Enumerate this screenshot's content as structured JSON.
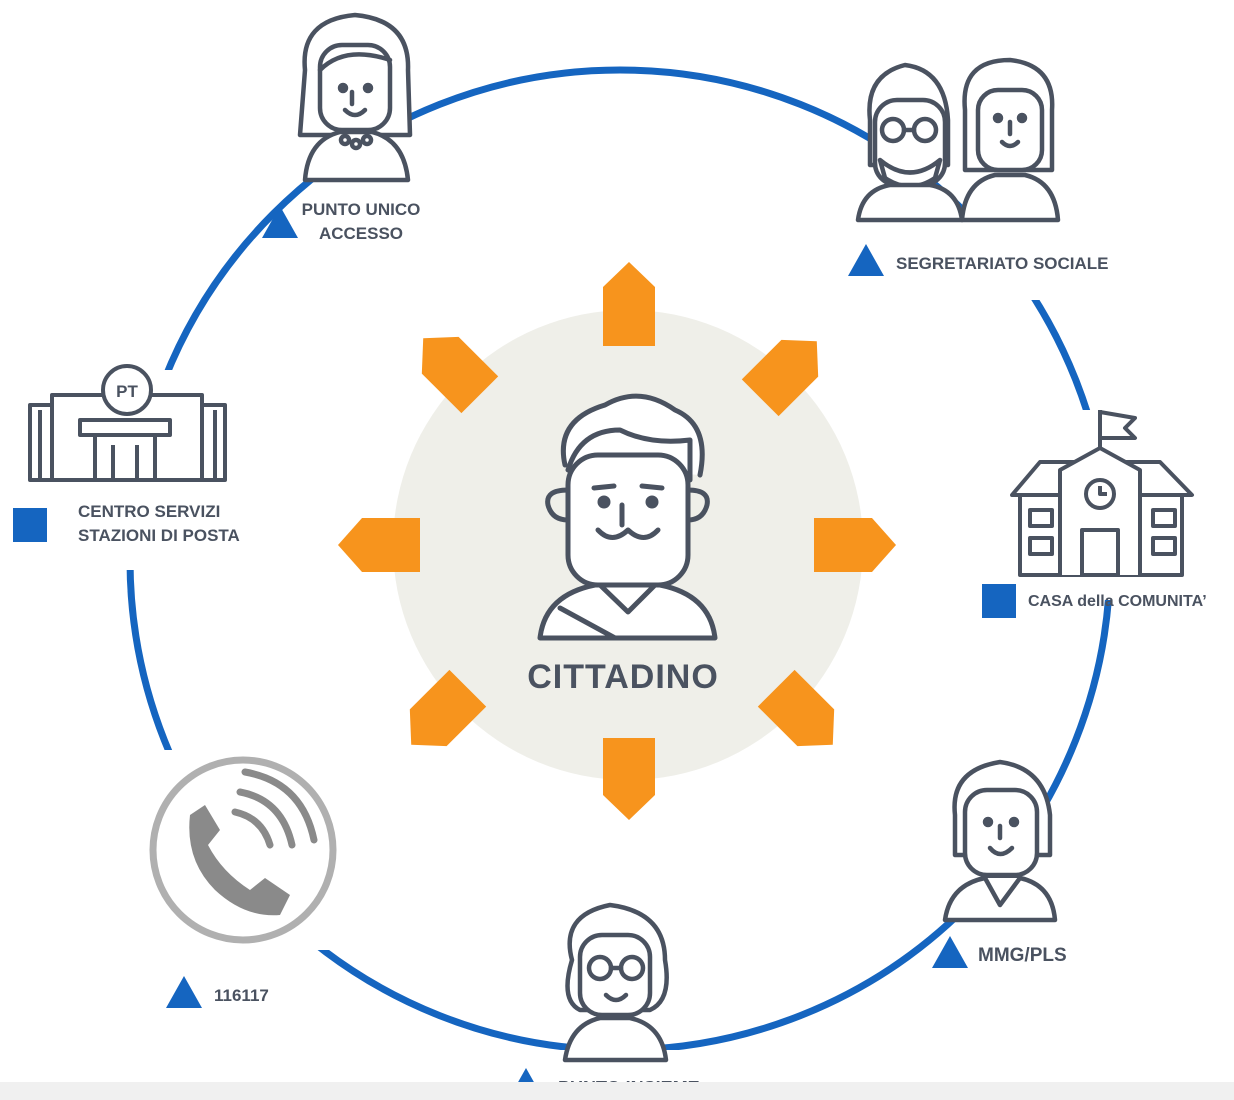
{
  "center": {
    "label": "CITTADINO",
    "icon": "citizen-icon"
  },
  "nodes": {
    "punto_unico": {
      "line1": "PUNTO UNICO",
      "line2": "ACCESSO",
      "marker": "triangle",
      "icon": "woman-icon"
    },
    "segretariato": {
      "label": "SEGRETARIATO SOCIALE",
      "marker": "triangle",
      "icon": "couple-icon"
    },
    "casa_comunita": {
      "label": "CASA della COMUNITA’",
      "marker": "square",
      "icon": "school-building-icon"
    },
    "mmg_pls": {
      "label": "MMG/PLS",
      "marker": "triangle",
      "icon": "doctor-icon"
    },
    "punto_insieme": {
      "label": "PUNTO INSIEME",
      "marker": "triangle",
      "icon": "elder-woman-icon"
    },
    "numero": {
      "label": "116117",
      "marker": "triangle",
      "icon": "phone-icon"
    },
    "centro_servizi": {
      "line1": "CENTRO SERVIZI",
      "line2": "STAZIONI DI POSTA",
      "marker": "square",
      "icon": "post-office-icon",
      "badge": "PT"
    }
  },
  "colors": {
    "ring": "#1565c0",
    "arrows": "#f7941d",
    "center_disc": "#efefe9",
    "icon_stroke": "#4a5260",
    "marker": "#1565c0"
  }
}
